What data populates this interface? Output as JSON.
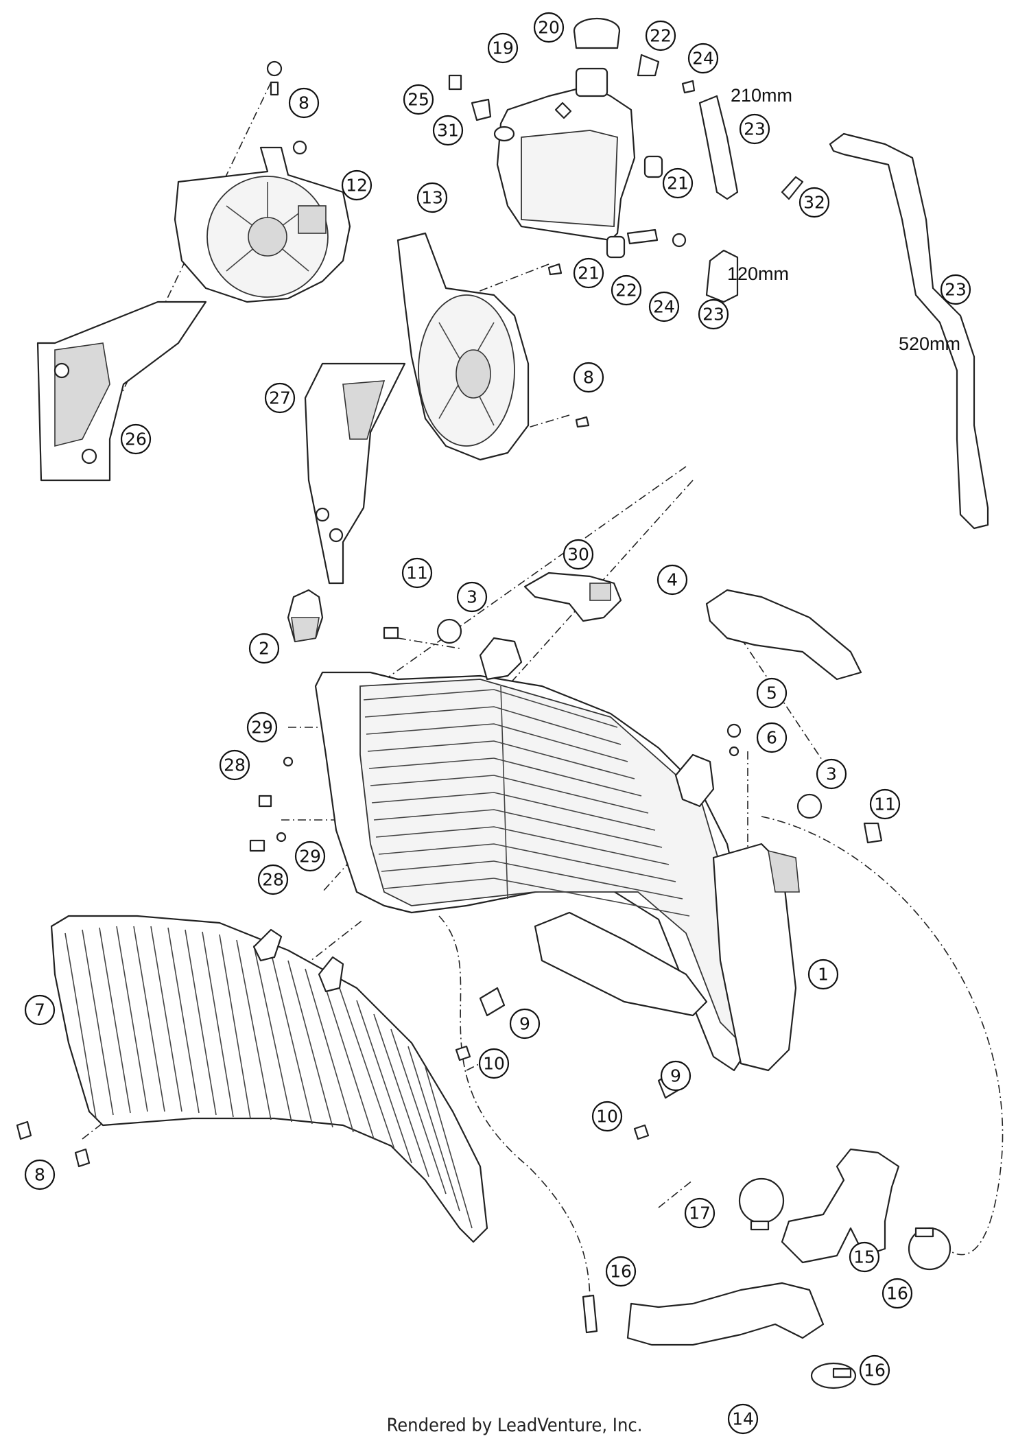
{
  "footer": {
    "credit": "Rendered by LeadVenture, Inc."
  },
  "dimensions": [
    {
      "text": "210mm"
    },
    {
      "text": "120mm"
    },
    {
      "text": "520mm"
    }
  ],
  "callouts": [
    {
      "label": "1"
    },
    {
      "label": "2"
    },
    {
      "label": "3"
    },
    {
      "label": "3"
    },
    {
      "label": "4"
    },
    {
      "label": "5"
    },
    {
      "label": "6"
    },
    {
      "label": "7"
    },
    {
      "label": "8"
    },
    {
      "label": "8"
    },
    {
      "label": "8"
    },
    {
      "label": "9"
    },
    {
      "label": "9"
    },
    {
      "label": "10"
    },
    {
      "label": "10"
    },
    {
      "label": "11"
    },
    {
      "label": "11"
    },
    {
      "label": "12"
    },
    {
      "label": "13"
    },
    {
      "label": "14"
    },
    {
      "label": "15"
    },
    {
      "label": "16"
    },
    {
      "label": "16"
    },
    {
      "label": "16"
    },
    {
      "label": "17"
    },
    {
      "label": "19"
    },
    {
      "label": "20"
    },
    {
      "label": "21"
    },
    {
      "label": "21"
    },
    {
      "label": "22"
    },
    {
      "label": "22"
    },
    {
      "label": "23"
    },
    {
      "label": "23"
    },
    {
      "label": "23"
    },
    {
      "label": "24"
    },
    {
      "label": "24"
    },
    {
      "label": "25"
    },
    {
      "label": "26"
    },
    {
      "label": "27"
    },
    {
      "label": "28"
    },
    {
      "label": "28"
    },
    {
      "label": "29"
    },
    {
      "label": "29"
    },
    {
      "label": "30"
    },
    {
      "label": "31"
    },
    {
      "label": "32"
    }
  ]
}
